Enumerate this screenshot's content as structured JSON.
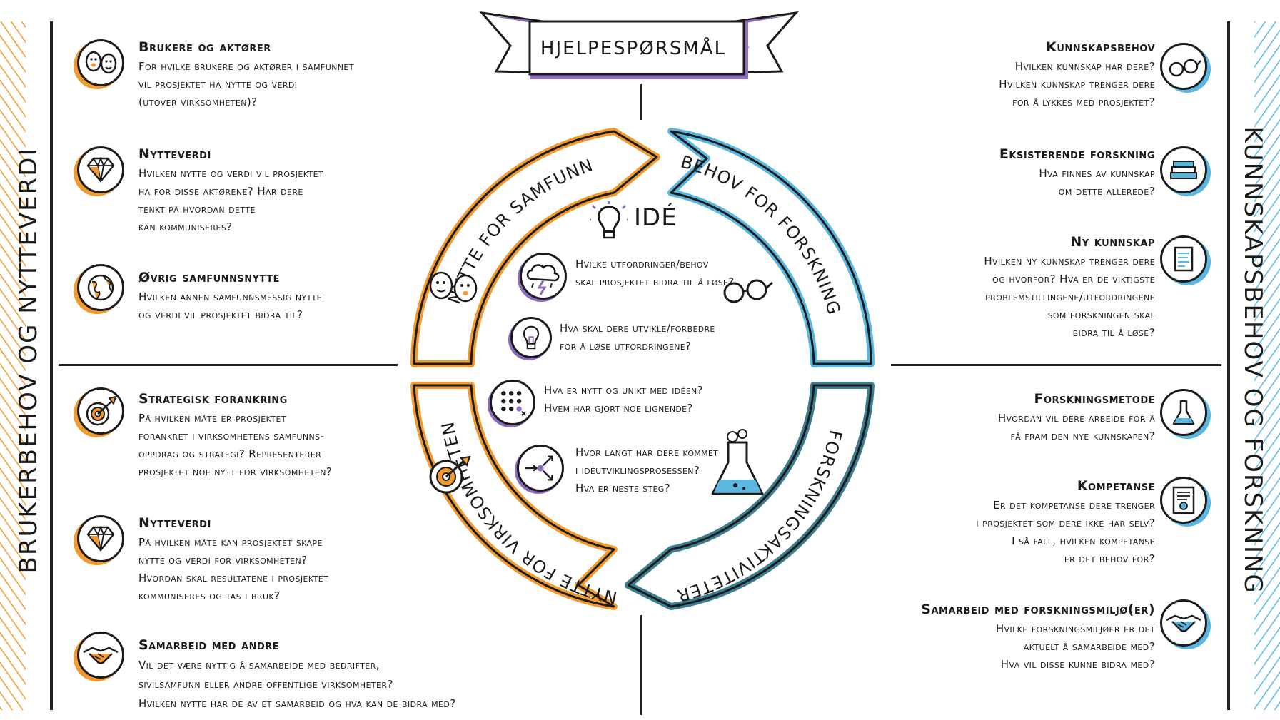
{
  "banner": {
    "title": "HJELPESPØRSMÅL"
  },
  "sides": {
    "left": "BRUKERBEHOV OG NYTTEVERDI",
    "right": "KUNNSKAPSBEHOV OG FORSKNING"
  },
  "colors": {
    "orange": "#f29a2e",
    "light_blue": "#5ab7df",
    "teal": "#3a7e90",
    "purple": "#8d6bbf"
  },
  "ring": {
    "top_left": "NYTTE FOR SAMFUNN",
    "top_right": "BEHOV FOR FORSKNING",
    "bottom_left": "NYTTE FOR VIRKSOMHETEN",
    "bottom_right": "FORSKNINGSAKTIVITETER"
  },
  "center": {
    "title": "IDÉ",
    "questions": [
      {
        "icon": "storm-cloud-icon",
        "text": "Hvilke utfordringer/behov\nskal prosjektet bidra til å løse?"
      },
      {
        "icon": "lightbulb-icon",
        "text": "Hva skal dere utvikle/forbedre\nfor å løse utfordringene?"
      },
      {
        "icon": "dots-grid-icon",
        "text": "Hva er nytt og unikt med idéen?\nHvem har gjort noe lignende?"
      },
      {
        "icon": "process-arrows-icon",
        "text": "Hvor langt har dere kommet\ni idéutviklingsprosessen?\nHva er neste steg?"
      }
    ]
  },
  "top_left": [
    {
      "icon": "faces-icon",
      "title": "Brukere og aktører",
      "text": "For hvilke brukere og aktører i samfunnet\nvil prosjektet ha nytte og verdi\n(utover virksomheten)?"
    },
    {
      "icon": "diamond-icon",
      "title": "Nytteverdi",
      "text": "Hvilken nytte og verdi vil prosjektet\nha for disse aktørene? Har dere\ntenkt på hvordan dette\nkan kommuniseres?"
    },
    {
      "icon": "globe-icon",
      "title": "Øvrig samfunnsnytte",
      "text": "Hvilken annen samfunnsmessig nytte\nog verdi vil prosjektet bidra til?"
    }
  ],
  "bottom_left": [
    {
      "icon": "target-icon",
      "title": "Strategisk forankring",
      "text": "På hvilken måte er prosjektet\nforankret i virksomhetens samfunns-\noppdrag og strategi? Representerer\nprosjektet noe nytt for virksomheten?"
    },
    {
      "icon": "diamond-icon",
      "title": "Nytteverdi",
      "text": "På hvilken måte kan prosjektet skape\nnytte og verdi for virksomheten?\nHvordan skal resultatene i prosjektet\nkommuniseres og tas i bruk?"
    },
    {
      "icon": "handshake-icon",
      "title": "Samarbeid med andre",
      "text": "Vil det være nyttig å samarbeide med bedrifter,\nsivilsamfunn eller andre offentlige virksomheter?\nHvilken nytte har de av et samarbeid og hva kan de bidra med?"
    }
  ],
  "top_right": [
    {
      "icon": "glasses-icon",
      "title": "Kunnskapsbehov",
      "text": "Hvilken kunnskap har dere?\nHvilken kunnskap trenger dere\nfor å lykkes med prosjektet?"
    },
    {
      "icon": "books-icon",
      "title": "Eksisterende forskning",
      "text": "Hva finnes av kunnskap\nom dette allerede?"
    },
    {
      "icon": "notepad-icon",
      "title": "Ny kunnskap",
      "text": "Hvilken ny kunnskap trenger dere\nog hvorfor? Hva er de viktigste\nproblemstillingene/utfordringene\nsom forskningen skal\nbidra til å løse?"
    }
  ],
  "bottom_right": [
    {
      "icon": "flask-icon",
      "title": "Forskningsmetode",
      "text": "Hvordan vil dere arbeide for å\nfå fram den nye kunnskapen?"
    },
    {
      "icon": "certificate-icon",
      "title": "Kompetanse",
      "text": "Er det kompetanse dere trenger\ni prosjektet som dere ikke har selv?\nI så fall, hvilken kompetanse\ner det behov for?"
    },
    {
      "icon": "handshake-icon",
      "title": "Samarbeid med forskningsmiljø(er)",
      "text": "Hvilke forskningsmiljøer er det\naktuelt å samarbeide med?\nHva vil disse kunne bidra med?"
    }
  ]
}
